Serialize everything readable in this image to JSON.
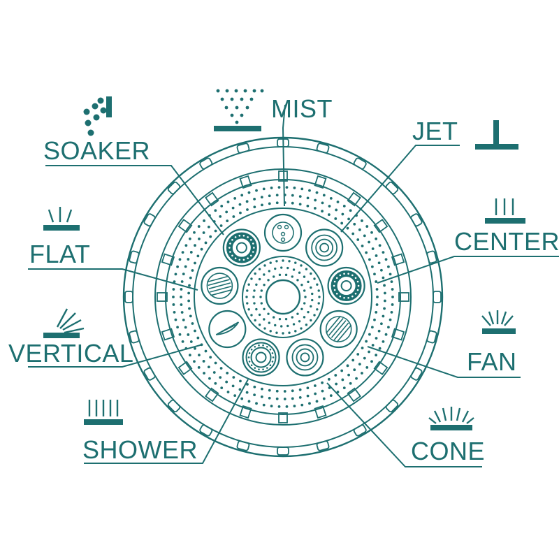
{
  "colors": {
    "accent": "#1d6f70",
    "background": "#ffffff"
  },
  "labels": {
    "mist": "MIST",
    "jet": "JET",
    "soaker": "SOAKER",
    "flat": "FLAT",
    "center": "CENTER",
    "vertical": "VERTICAL",
    "fan": "FAN",
    "shower": "SHOWER",
    "cone": "CONE"
  },
  "icons": {
    "mist": "mist-spray-icon",
    "jet": "jet-stream-icon",
    "soaker": "soaker-drops-icon",
    "flat": "flat-spray-icon",
    "center": "center-spray-icon",
    "vertical": "vertical-spray-icon",
    "fan": "fan-spray-icon",
    "shower": "shower-spray-icon",
    "cone": "cone-spray-icon"
  }
}
